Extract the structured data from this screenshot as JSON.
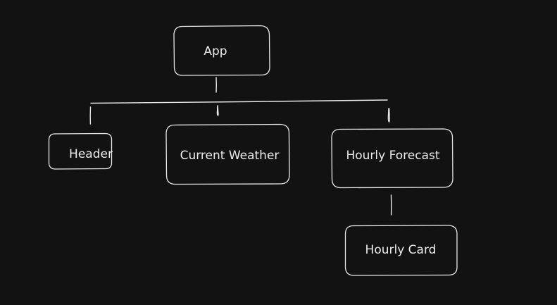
{
  "canvas": {
    "background": "#121212",
    "stroke_color": "#e9e9e9",
    "text_color": "#ececec"
  },
  "nodes": {
    "app": {
      "label": "App"
    },
    "header": {
      "label": "Header"
    },
    "current_weather": {
      "label": "Current Weather"
    },
    "hourly_forecast": {
      "label": "Hourly Forecast"
    },
    "hourly_card": {
      "label": "Hourly Card"
    }
  },
  "edges": [
    {
      "from": "App",
      "to": "Header"
    },
    {
      "from": "App",
      "to": "Current Weather"
    },
    {
      "from": "App",
      "to": "Hourly Forecast"
    },
    {
      "from": "Hourly Forecast",
      "to": "Hourly Card"
    }
  ]
}
